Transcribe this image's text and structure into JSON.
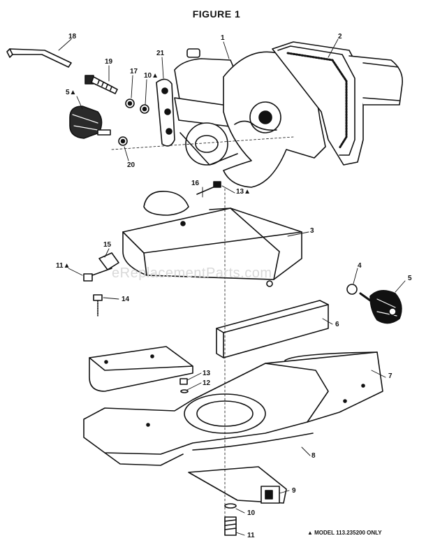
{
  "figure_title": "FIGURE 1",
  "watermark": "eReplacementParts.com",
  "footnote": "▲ MODEL 113.235200 ONLY",
  "callouts": {
    "c1": "1",
    "c2": "2",
    "c3": "3",
    "c4": "4",
    "c5": "5",
    "c5a": "5▲",
    "c6": "6",
    "c7": "7",
    "c8": "8",
    "c9": "9",
    "c10": "10",
    "c10a": "10▲",
    "c11": "11",
    "c11a": "11▲",
    "c12": "12",
    "c13": "13",
    "c13a": "13▲",
    "c14": "14",
    "c15": "15",
    "c16": "16",
    "c17": "17",
    "c18": "18",
    "c19": "19",
    "c20": "20",
    "c21": "21"
  },
  "colors": {
    "ink": "#111111",
    "watermark": "#d9d9d9"
  }
}
